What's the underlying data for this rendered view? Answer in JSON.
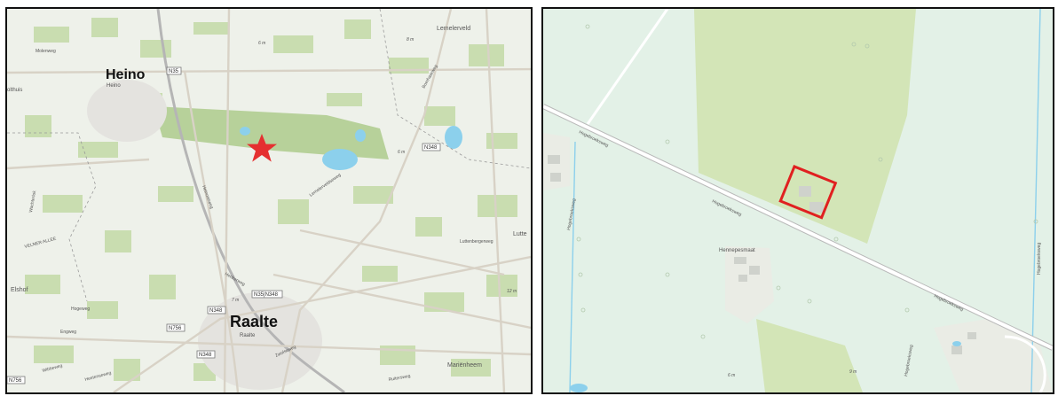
{
  "left_map": {
    "towns": {
      "heino": "Heino",
      "raalte": "Raalte"
    },
    "small_labels": {
      "heino_sub": "Heino",
      "raalte_sub": "Raalte",
      "lemelerveld": "Lemelerveld",
      "elshof": "Elshof",
      "marienheem": "Mariënheem",
      "lutte": "Lutte",
      "velner_allee": "VELNER ALLEE",
      "holthuis": "olthuis",
      "molenweg": "Molenweg",
      "wachterlok": "Wachterlok",
      "luttenbergerweg": "Luttenbergerweg",
      "herikerweg": "Herikerweg",
      "heinoseweg": "Heinoseweg",
      "lemelerveldsweg": "Lemelerveldseweg",
      "boerhaarweg": "Boerhaarweg",
      "hogeweg": "Hogeweg",
      "engweg": "Engweg",
      "wibbeweg": "Wibbeweg",
      "zwolseweg": "Zwolseweg",
      "heetenseweg": "Heetenseweg",
      "ruitersweg": "Ruitersweg",
      "elev_a": "6 m",
      "elev_b": "8 m",
      "elev_c": "6 m",
      "elev_d": "12 m",
      "elev_e": "7 m"
    },
    "shields": {
      "n35_top": "N35",
      "n348_top": "N348",
      "n35_n348": "N35|N348",
      "n348_mid": "N348",
      "n756": "N756",
      "n348_bottom": "N348",
      "n756_edge": "N756"
    },
    "marker_icon": "star-icon",
    "colors": {
      "marker": "#e53030",
      "green": "#c9ddb0",
      "water": "#8cd0ec",
      "road": "#d8d2c6"
    }
  },
  "right_map": {
    "labels": {
      "hogebroeksweg_1": "Hogebroeksweg",
      "hogebroeksweg_2": "Hogebroeksweg",
      "hogebroeksweg_3": "Hogebroeksweg",
      "hogebroeksweg_left": "Hogebroeksweg",
      "hogebroeksweg_right": "Hogebroeksweg",
      "hogebroeksweg_bottom": "Hogebroeksweg",
      "hennepesmaat": "Hennepesmaat",
      "elev_a": "6 m",
      "elev_b": "9 m"
    },
    "highlight_icon": "square-outline-icon",
    "colors": {
      "highlight": "#e02020",
      "meadow": "#e3f1e7",
      "forest": "#d3e5b7"
    }
  }
}
